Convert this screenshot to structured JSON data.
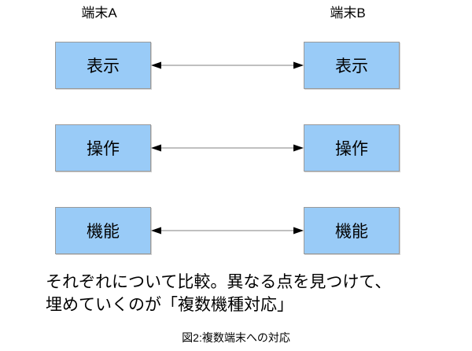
{
  "figure": {
    "columns": [
      {
        "header": "端末A"
      },
      {
        "header": "端末B"
      }
    ],
    "rows": [
      {
        "left_label": "表示",
        "right_label": "表示"
      },
      {
        "left_label": "操作",
        "right_label": "操作"
      },
      {
        "left_label": "機能",
        "right_label": "機能"
      }
    ],
    "colors": {
      "box_fill": "#99cbf7",
      "box_border": "#9a9a9a",
      "arrow_line": "#808080",
      "arrow_head": "#000000",
      "background": "#ffffff",
      "text": "#000000"
    }
  },
  "description": {
    "line1": "それぞれについて比較。異なる点を見つけて、",
    "line2": "埋めていくのが「複数機種対応」"
  },
  "caption": "図2:複数端末への対応"
}
